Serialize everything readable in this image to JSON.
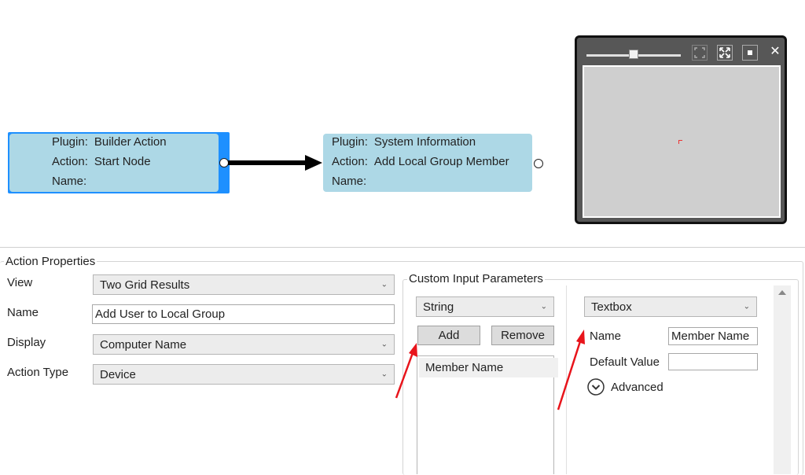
{
  "flow": {
    "node1": {
      "plugin_key": "Plugin:",
      "plugin_val": "Builder Action",
      "action_key": "Action:",
      "action_val": "Start Node",
      "name_key": "Name:",
      "name_val": ""
    },
    "node2": {
      "plugin_key": "Plugin:",
      "plugin_val": "System Information",
      "action_key": "Action:",
      "action_val": "Add Local Group Member",
      "name_key": "Name:",
      "name_val": ""
    },
    "minimap": {
      "zoom_level": 0.6,
      "fit_icon": "fit-to-screen-icon",
      "expand_icon": "expand-icon",
      "center_icon": "center-icon",
      "close_glyph": "✕"
    }
  },
  "action_properties": {
    "title": "Action Properties",
    "view_label": "View",
    "view_value": "Two Grid Results",
    "name_label": "Name",
    "name_value": "Add User to Local Group",
    "display_label": "Display",
    "display_value": "Computer Name",
    "action_type_label": "Action Type",
    "action_type_value": "Device"
  },
  "custom_input": {
    "title": "Custom Input Parameters",
    "type_value": "String",
    "add_label": "Add",
    "remove_label": "Remove",
    "params": [
      "Member Name"
    ],
    "control_type_value": "Textbox",
    "name_label": "Name",
    "name_value": "Member Name",
    "default_value_label": "Default Value",
    "default_value": "",
    "advanced_label": "Advanced"
  },
  "colors": {
    "node_fill": "#add8e6",
    "selected_accent": "#1e90ff",
    "annotation_arrow": "#e8141b"
  }
}
